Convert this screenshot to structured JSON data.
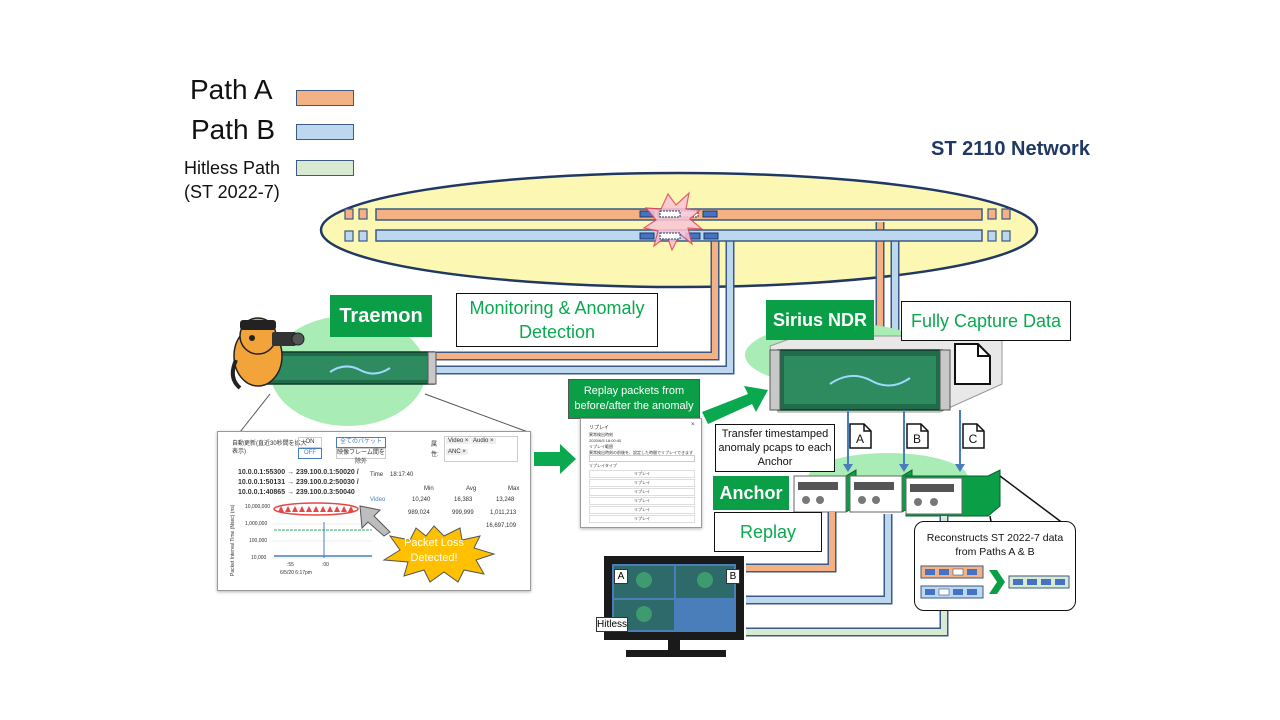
{
  "legend": {
    "path_a": "Path A",
    "path_b": "Path B",
    "hitless_line1": "Hitless Path",
    "hitless_line2": "(ST 2022-7)"
  },
  "colors": {
    "path_a": "#f4b183",
    "path_b": "#bdd7ee",
    "hitless": "#d9ead3",
    "network_fill": "#fdf7b4",
    "network_border": "#203864",
    "brand_green": "#0a9e46"
  },
  "network": {
    "title": "ST 2110 Network"
  },
  "traemon": {
    "label": "Traemon",
    "monitor_line1": "Monitoring & Anomaly",
    "monitor_line2": "Detection"
  },
  "sirius": {
    "label": "Sirius NDR",
    "capture": "Fully Capture Data"
  },
  "replay_packets": {
    "line1": "Replay packets from",
    "line2": "before/after the anomaly"
  },
  "transfer": {
    "line1": "Transfer timestamped",
    "line2": "anomaly pcaps to each",
    "line3": "Anchor"
  },
  "anchor": {
    "label": "Anchor",
    "replay": "Replay"
  },
  "files": [
    "A",
    "B",
    "C"
  ],
  "reconstruct": {
    "line1": "Reconstructs ST 2022-7 data",
    "line2": "from Paths A & B"
  },
  "monitor": {
    "a": "A",
    "b": "B",
    "hitless": "Hitless"
  },
  "screenshot": {
    "opt_label_line1": "自動更新(直近30秒間を拡大",
    "opt_label_line2": "表示)",
    "on": "ON",
    "off": "OFF",
    "all_packets": "全てのパケット",
    "exclude": "映像フレーム間を除外",
    "filter_label": "属",
    "filter_label2": "性:",
    "chip_video": "Video ×",
    "chip_audio": "Audio ×",
    "chip_anc": "ANC ×",
    "flow1": "10.0.0.1:55300 → 239.100.0.1:50020 /",
    "flow2": "10.0.0.1:50131 → 239.100.0.2:50030 /",
    "flow3": "10.0.0.1:40865 → 239.100.0.3:50040",
    "time_label": "Time",
    "time_value": "18:17:40",
    "col_min": "Min",
    "col_avg": "Avg",
    "col_max": "Max",
    "row_video": "Video",
    "v_min": "10,240",
    "v_avg": "16,383",
    "v_max": "13,248",
    "r2_min": "989,024",
    "r2_avg": "999,999",
    "r2_max": "1,011,213",
    "r3_max": "16,697,109",
    "y1": "10,000,000",
    "y2": "1,000,000",
    "y3": "100,000",
    "y4": "10,000",
    "x1": ":55",
    "x2": ":00",
    "date": "6/5/20 6:17pm",
    "ylabel": "Packet Interval Time (Nsec) (ns)",
    "packet_loss_line1": "Packet Loss",
    "packet_loss_line2": "Detected!"
  },
  "replay_panel": {
    "title": "リプレイ",
    "sub1": "異常検出時刻",
    "sub2": "2020/6/5 18:00:40",
    "sub3": "リプレイ範囲",
    "sub4": "異常検出時刻の前後を、設定した時間でリプレイできます",
    "sub5": "リプレイタイプ",
    "row": "リプレイ"
  }
}
